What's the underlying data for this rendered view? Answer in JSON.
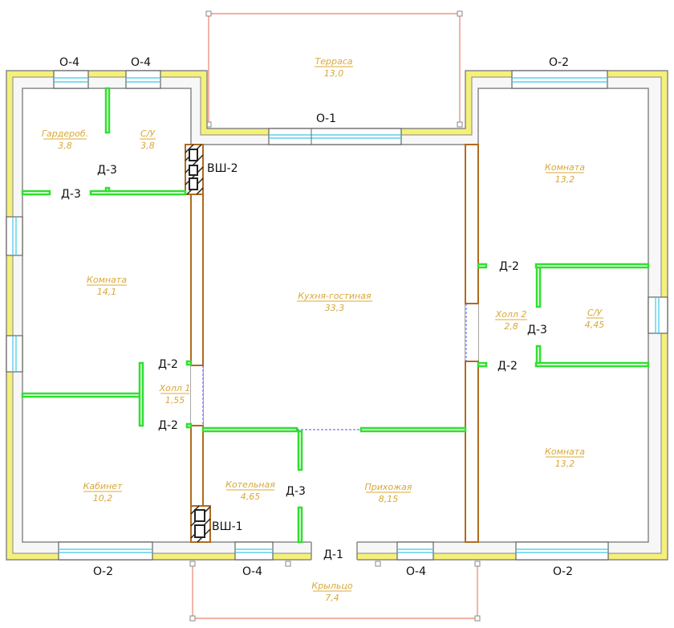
{
  "rooms": [
    {
      "name": "Терраса",
      "area": "13,0"
    },
    {
      "name": "Гардероб.",
      "area": "3,8"
    },
    {
      "name": "С/У",
      "area": "3,8"
    },
    {
      "name": "Комната",
      "area": "14,1"
    },
    {
      "name": "Кухня-гостиная",
      "area": "33,3"
    },
    {
      "name": "Комната",
      "area": "13,2"
    },
    {
      "name": "Холл 2",
      "area": "2,8"
    },
    {
      "name": "С/У",
      "area": "4,45"
    },
    {
      "name": "Холл 1",
      "area": "1,55"
    },
    {
      "name": "Кабинет",
      "area": "10,2"
    },
    {
      "name": "Котельная",
      "area": "4,65"
    },
    {
      "name": "Прихожая",
      "area": "8,15"
    },
    {
      "name": "Комната",
      "area": "13,2"
    },
    {
      "name": "Крыльцо",
      "area": "7,4"
    }
  ],
  "windows": [
    "О-4",
    "О-4",
    "О-1",
    "О-2",
    "О-2",
    "О-4",
    "О-4",
    "О-2"
  ],
  "doors": [
    "Д-3",
    "Д-3",
    "Д-2",
    "Д-2",
    "Д-2",
    "Д-3",
    "Д-2",
    "Д-3",
    "Д-1"
  ],
  "shafts": [
    "ВШ-2",
    "ВШ-1"
  ],
  "colors": {
    "wall_insulation": "#f5f07a",
    "partition": "#2ee02e",
    "brick": "#b06a1e",
    "room_label": "#d9a838",
    "terrace": "#e8826a"
  }
}
